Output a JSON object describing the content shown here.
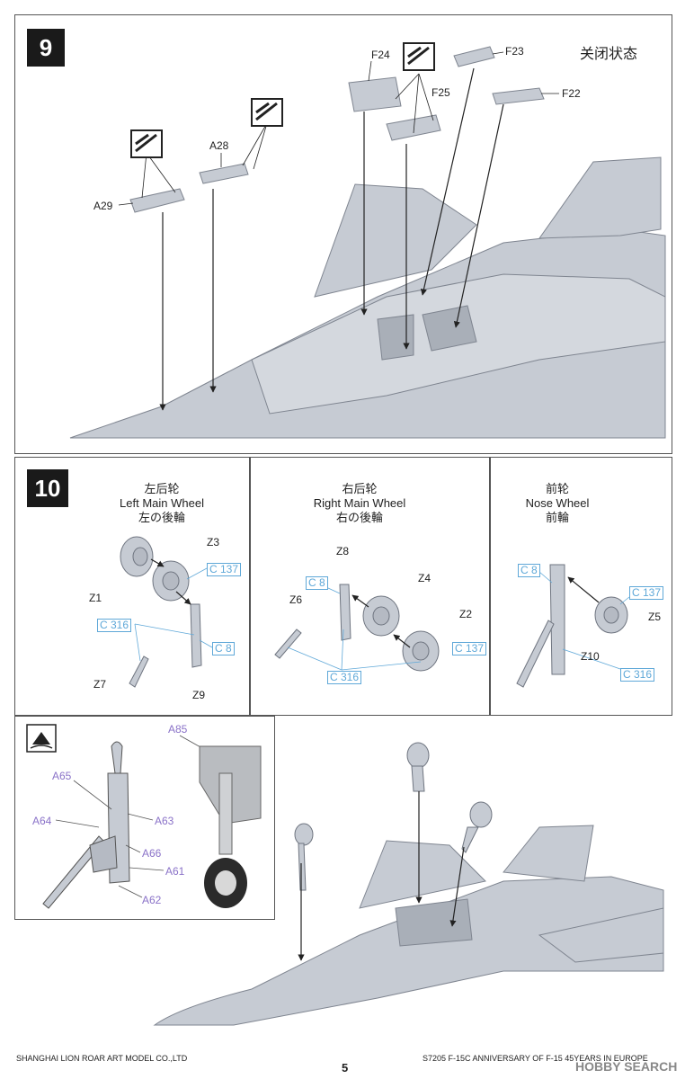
{
  "step9": {
    "number": "9",
    "state_label": "关闭状态",
    "parts": {
      "a29": "A29",
      "a28": "A28",
      "f24": "F24",
      "f25": "F25",
      "f23": "F23",
      "f22": "F22"
    }
  },
  "step10": {
    "number": "10",
    "left": {
      "title_cn": "左后轮",
      "title_en": "Left Main Wheel",
      "title_jp": "左の後輪",
      "parts": {
        "z1": "Z1",
        "z3": "Z3",
        "z7": "Z7",
        "z9": "Z9"
      },
      "colors": {
        "c137": "C 137",
        "c316": "C 316",
        "c8": "C 8"
      }
    },
    "right": {
      "title_cn": "右后轮",
      "title_en": "Right Main Wheel",
      "title_jp": "右の後輪",
      "parts": {
        "z8": "Z8",
        "z4": "Z4",
        "z6": "Z6",
        "z2": "Z2"
      },
      "colors": {
        "c8": "C 8",
        "c137": "C 137",
        "c316": "C 316"
      }
    },
    "nose": {
      "title_cn": "前轮",
      "title_en": "Nose Wheel",
      "title_jp": "前輪",
      "parts": {
        "z5": "Z5",
        "z10": "Z10"
      },
      "colors": {
        "c8": "C 8",
        "c137": "C 137",
        "c316": "C 316"
      }
    },
    "detail": {
      "parts": {
        "a85": "A85",
        "a65": "A65",
        "a64": "A64",
        "a63": "A63",
        "a66": "A66",
        "a61": "A61",
        "a62": "A62"
      }
    }
  },
  "footer": {
    "company": "SHANGHAI LION ROAR ART MODEL CO.,LTD",
    "page": "5",
    "product": "S7205 F-15C ANNIVERSARY OF F-15 45YEARS IN EUROPE",
    "watermark": "HOBBY SEARCH"
  },
  "colors": {
    "part_gray": "#c6cbd3",
    "callout_purple": "#8a72c8",
    "color_code_blue": "#5fa8d8"
  }
}
